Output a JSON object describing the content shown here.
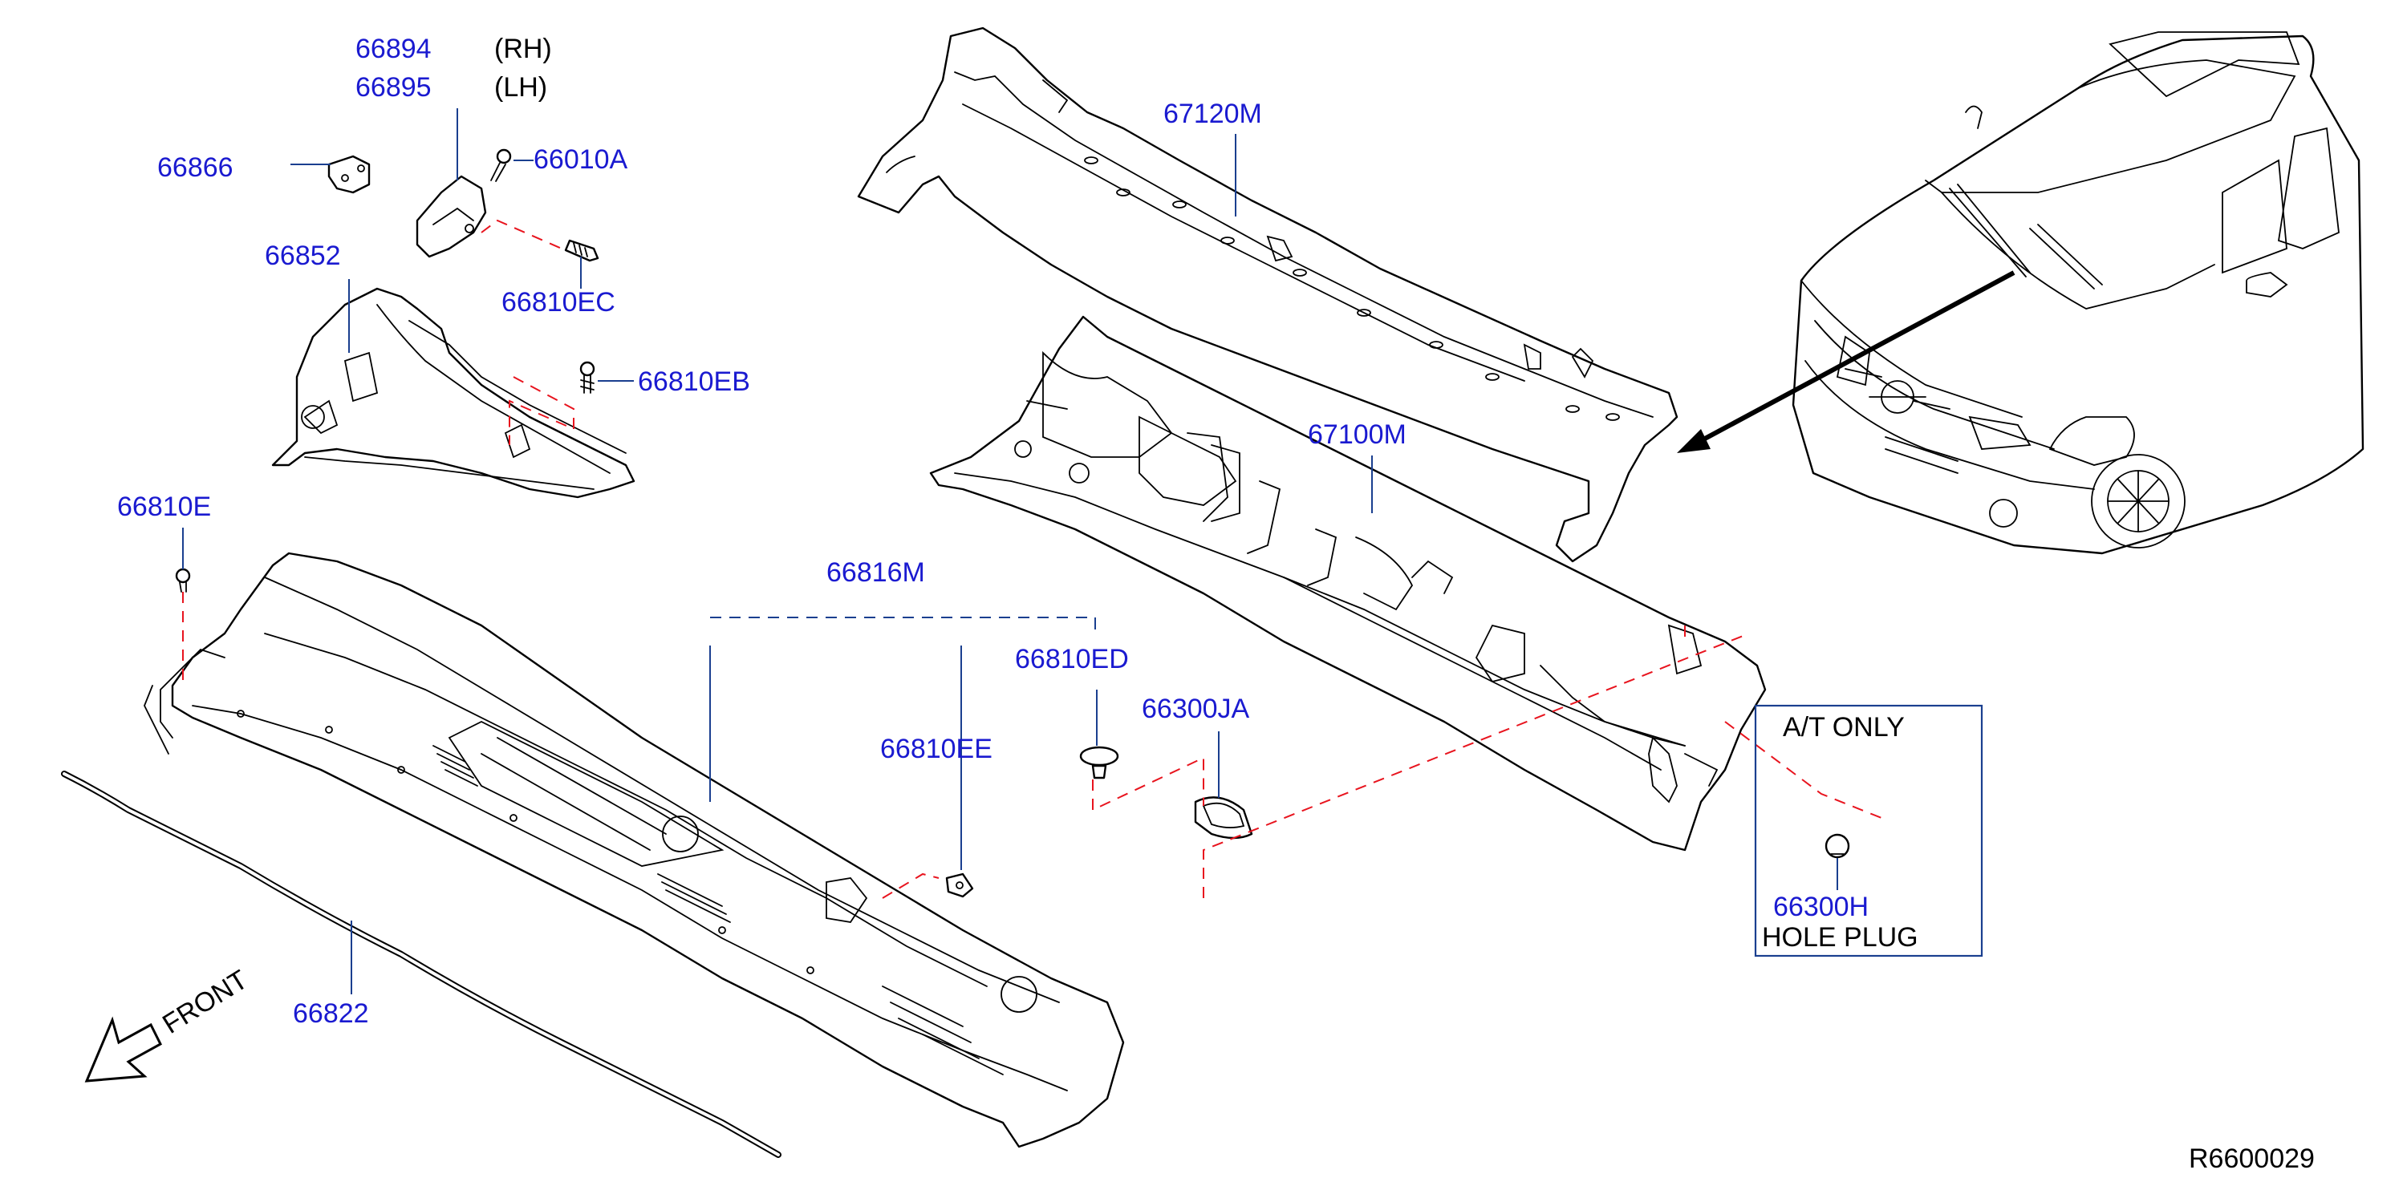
{
  "parts": {
    "p66894": "66894",
    "rh": "(RH)",
    "p66895": "66895",
    "lh": "(LH)",
    "p66866": "66866",
    "p66010A": "66010A",
    "p66852": "66852",
    "p66810EC": "66810EC",
    "p66810EB": "66810EB",
    "p66810E": "66810E",
    "p67120M": "67120M",
    "p67100M": "67100M",
    "p66816M": "66816M",
    "p66810ED": "66810ED",
    "p66300JA": "66300JA",
    "p66810EE": "66810EE",
    "p66822": "66822",
    "p66300H": "66300H"
  },
  "inset": {
    "title": "A/T   ONLY",
    "caption": "HOLE   PLUG"
  },
  "front_label": "FRONT",
  "figure_code": "R6600029",
  "colors": {
    "part_number": "#1a1ad0",
    "leader": "#1a3f8f",
    "dashed_red": "#e8141e",
    "line_art": "#000000"
  }
}
